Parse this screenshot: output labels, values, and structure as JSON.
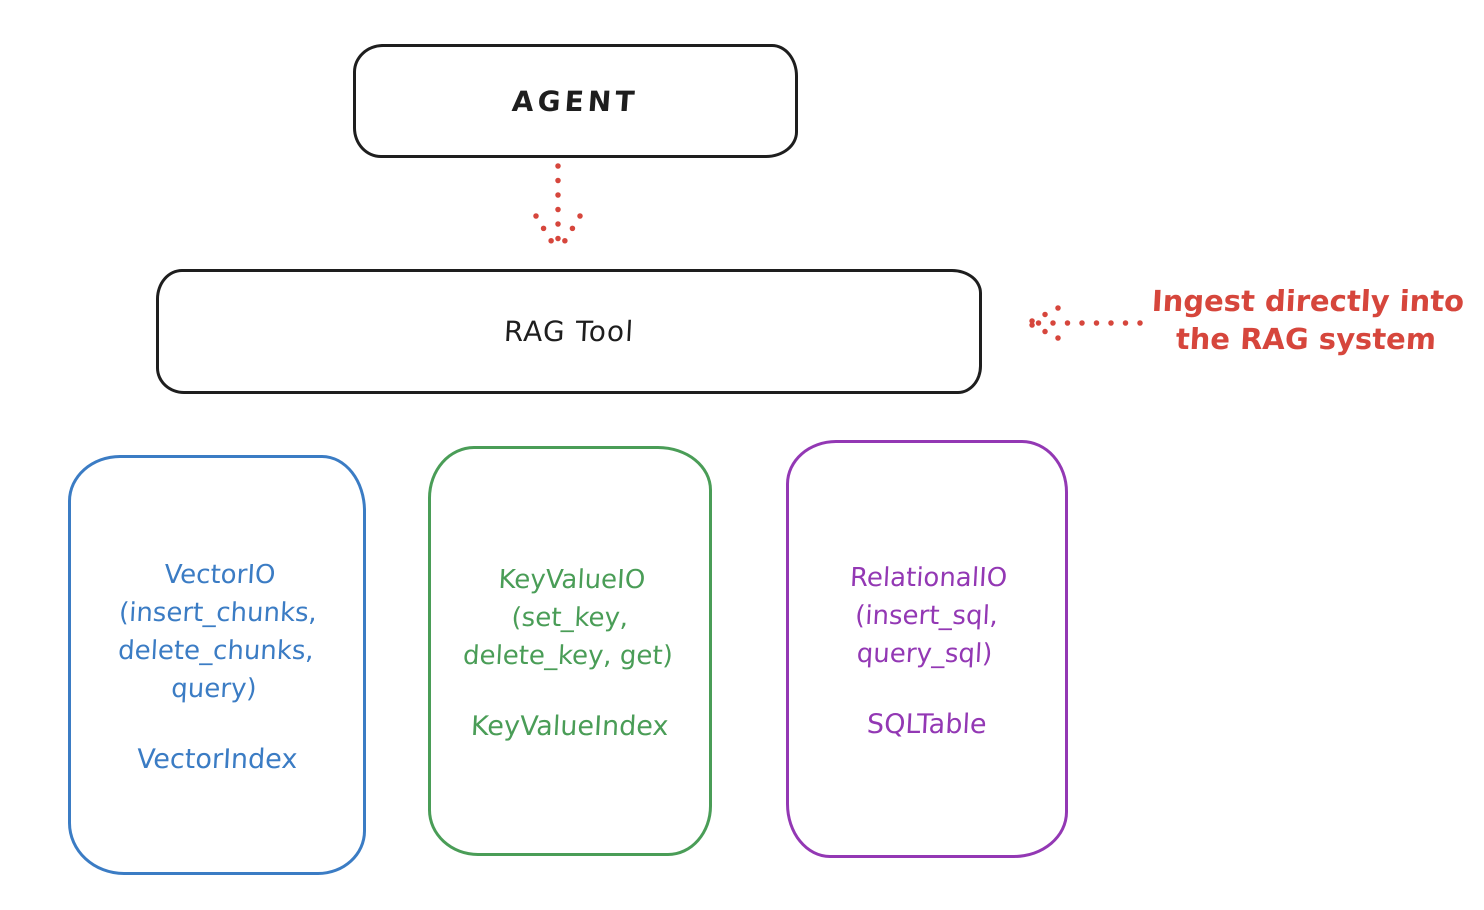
{
  "colors": {
    "stroke_black": "#1e1e1e",
    "arrow_red": "#d6463c",
    "vector_blue": "#3b7cc4",
    "keyvalue_green": "#4a9d57",
    "relational_purple": "#9338b4",
    "background": "#ffffff"
  },
  "nodes": {
    "agent": {
      "label": "AGENT"
    },
    "rag_tool": {
      "label": "RAG Tool"
    }
  },
  "annotation": {
    "lines": [
      "Ingest directly into",
      "the RAG system"
    ]
  },
  "backends": [
    {
      "color": "#3b7cc4",
      "methods_lines": [
        "VectorIO",
        "(insert_chunks,",
        "delete_chunks,",
        "query)"
      ],
      "index_label": "VectorIndex"
    },
    {
      "color": "#4a9d57",
      "methods_lines": [
        "KeyValueIO",
        "(set_key,",
        "delete_key, get)"
      ],
      "index_label": "KeyValueIndex"
    },
    {
      "color": "#9338b4",
      "methods_lines": [
        "RelationalIO",
        "(insert_sql,",
        "query_sql)"
      ],
      "index_label": "SQLTable"
    }
  ]
}
